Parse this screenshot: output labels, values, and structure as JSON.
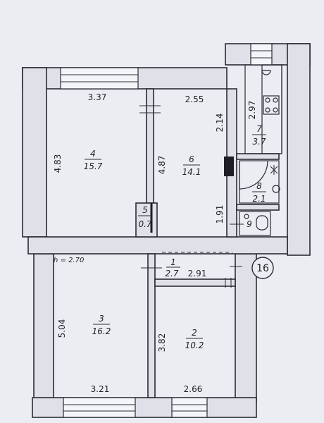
{
  "ceiling_height": "h = 2.70",
  "apartment_number": "16",
  "rooms": [
    {
      "number": "1",
      "area": "2.7"
    },
    {
      "number": "2",
      "area": "10.2"
    },
    {
      "number": "3",
      "area": "16.2"
    },
    {
      "number": "4",
      "area": "15.7"
    },
    {
      "number": "5",
      "area": "0.7"
    },
    {
      "number": "6",
      "area": "14.1"
    },
    {
      "number": "7",
      "area": "3.7"
    },
    {
      "number": "8",
      "area": "2.1"
    },
    {
      "number": "9",
      "area": ""
    }
  ],
  "dimensions": {
    "room4_width": "3.37",
    "room4_height": "4.83",
    "room6_width": "2.55",
    "room6_height": "4.87",
    "kitchen_height": "2.97",
    "room6_side": "2.14",
    "bath_side": "1.91",
    "hall_width": "2.91",
    "room3_height": "5.04",
    "room3_width": "3.21",
    "room2_height": "3.82",
    "room2_width": "2.66"
  },
  "colors": {
    "background": "#ecedf3",
    "line": "#2b2b33",
    "wall_fill": "#dfe0e8"
  }
}
